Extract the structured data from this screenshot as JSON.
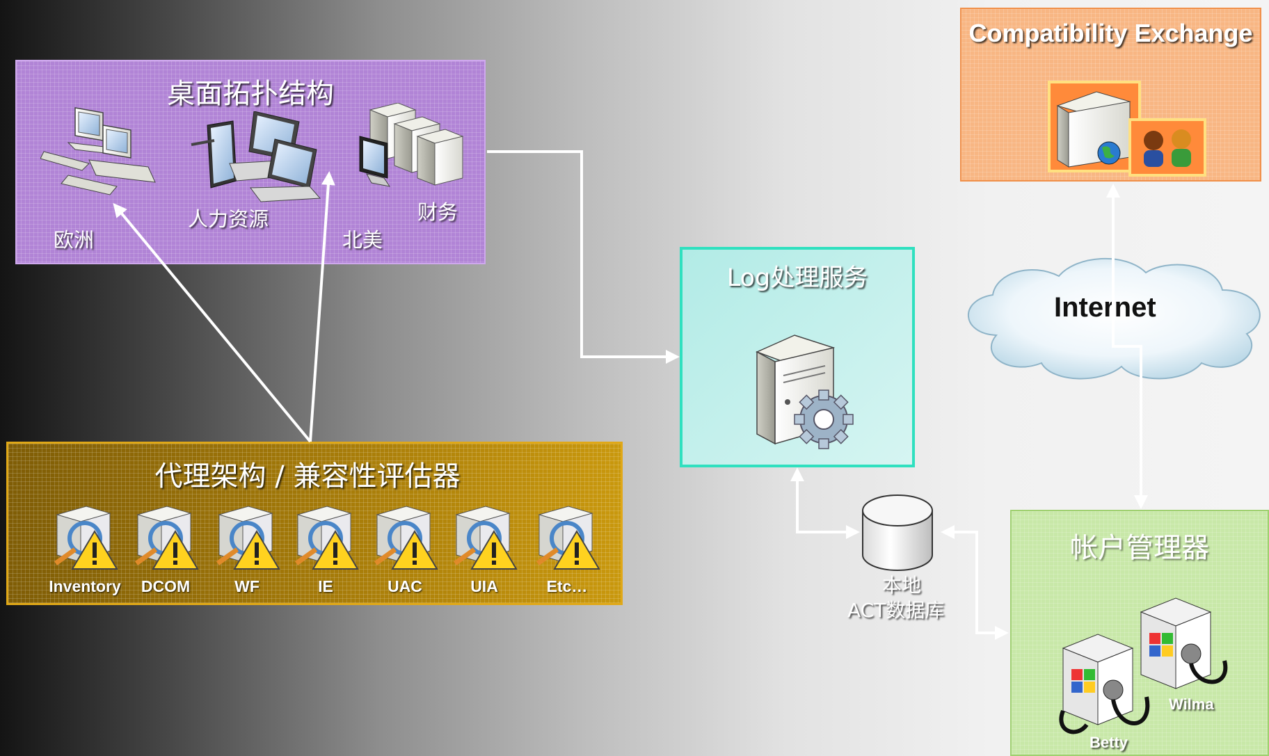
{
  "desktop": {
    "title": "桌面拓扑结构",
    "labels": {
      "europe": "欧洲",
      "hr": "人力资源",
      "north_america": "北美",
      "finance": "财务"
    }
  },
  "agent": {
    "title": "代理架构 / 兼容性评估器",
    "tools": [
      "Inventory",
      "DCOM",
      "WF",
      "IE",
      "UAC",
      "UIA",
      "Etc…"
    ]
  },
  "log": {
    "title": "Log处理服务"
  },
  "database": {
    "line1": "本地",
    "line2": "ACT数据库"
  },
  "internet": {
    "label": "Internet"
  },
  "compat": {
    "title": "Compatibility Exchange"
  },
  "account": {
    "title": "帐户管理器",
    "users": [
      "Wilma",
      "Betty"
    ]
  },
  "colors": {
    "desktop_fill": "#b184d6",
    "agent_fill": "#a77c09",
    "log_fill": "#b2ebe6",
    "log_border": "#2fe0bf",
    "compat_fill": "#f8b683",
    "account_fill": "#c8e8a8",
    "connector": "#ffffff"
  }
}
